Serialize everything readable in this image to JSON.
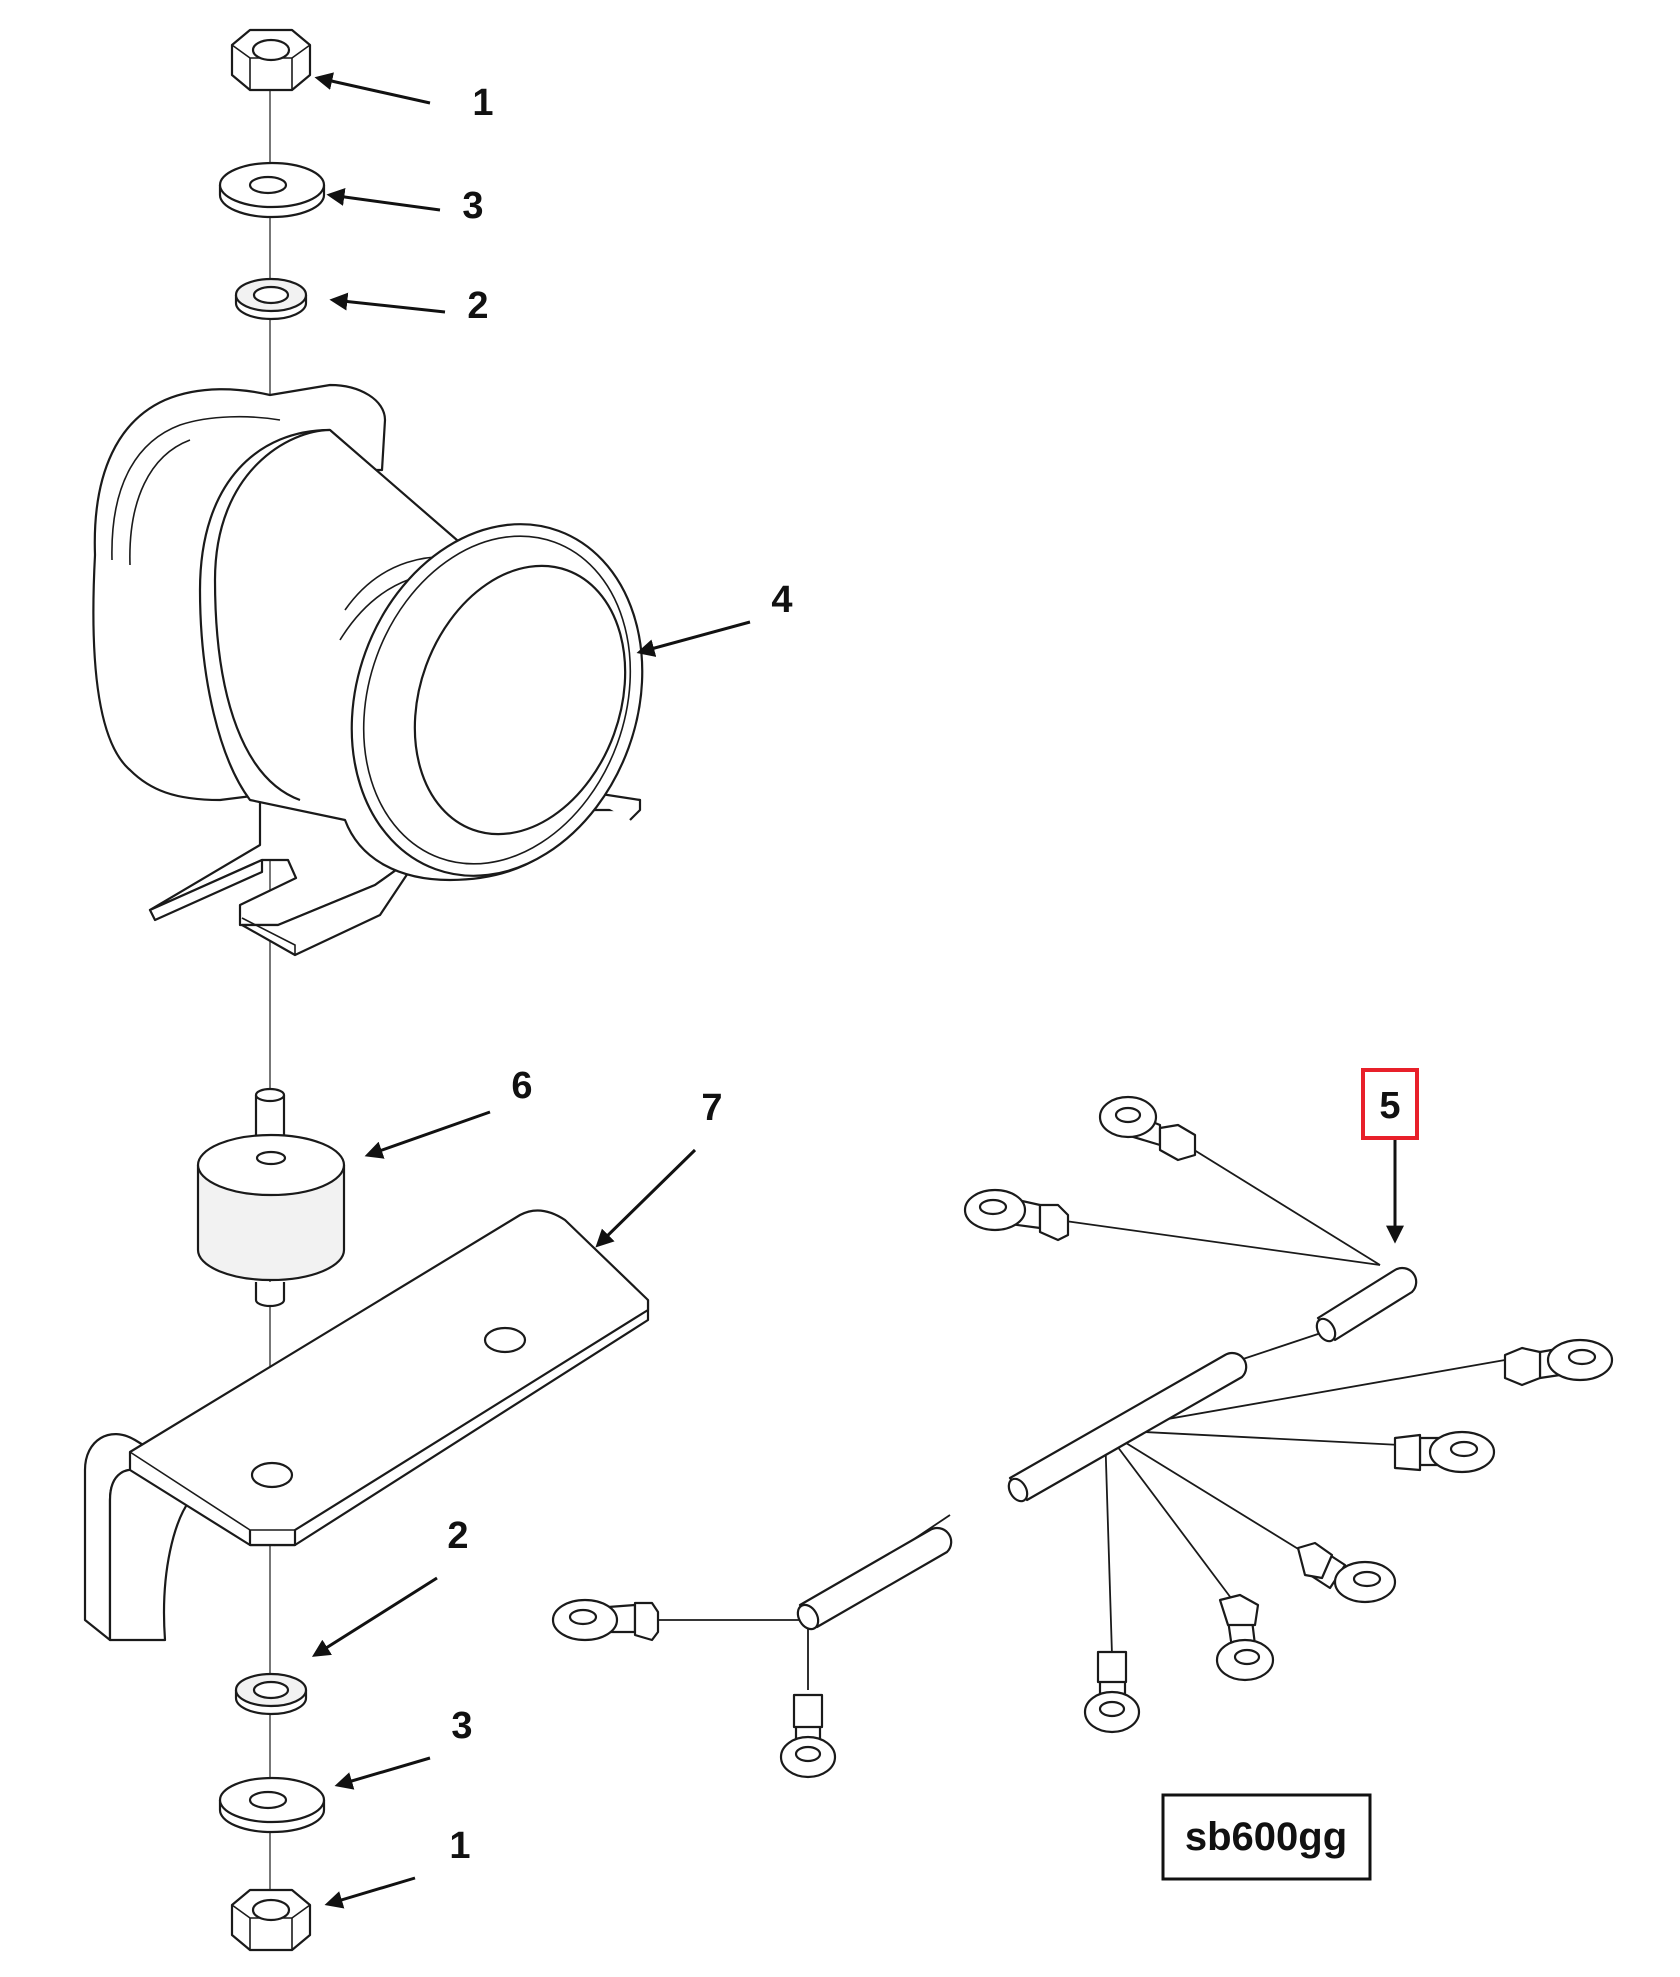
{
  "drawing_code": "sb600gg",
  "callouts": [
    {
      "id": "nut-top",
      "text": "1"
    },
    {
      "id": "flat-washer-top",
      "text": "3"
    },
    {
      "id": "lock-washer-top",
      "text": "2"
    },
    {
      "id": "solenoid",
      "text": "4"
    },
    {
      "id": "harness",
      "text": "5"
    },
    {
      "id": "isolator",
      "text": "6"
    },
    {
      "id": "bracket",
      "text": "7"
    },
    {
      "id": "lock-washer-bottom",
      "text": "2"
    },
    {
      "id": "flat-washer-bottom",
      "text": "3"
    },
    {
      "id": "nut-bottom",
      "text": "1"
    }
  ],
  "highlight_color": "#e8202a"
}
